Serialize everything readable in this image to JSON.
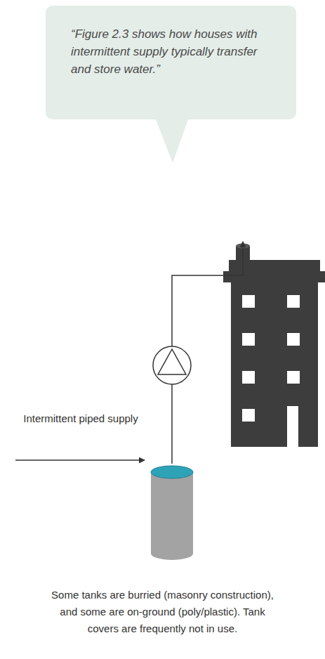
{
  "diagram": {
    "nodes": [
      {
        "text": [
          "“Figure 2.3 shows how houses with intermittent supply typically transfer and store water.”"
        ]
      }
    ],
    "edges": [],
    "labels": [
      "Intermittent piped supply",
      "Some tanks are burried (masonry construction), and some are on-ground (poly/plastic). Tank covers are frequently not in use."
    ]
  }
}
